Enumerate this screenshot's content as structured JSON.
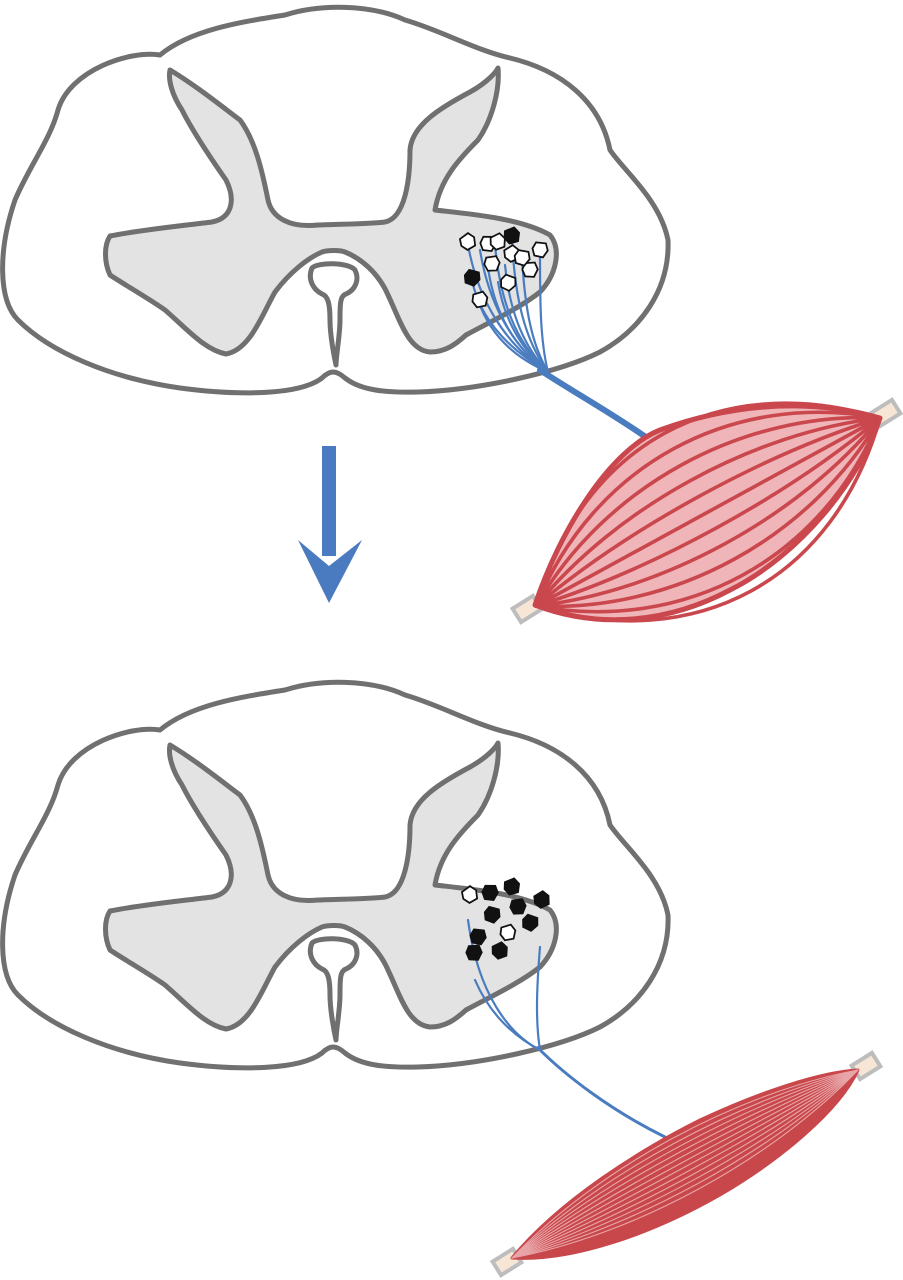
{
  "colors": {
    "background": "#ffffff",
    "outline": "#707070",
    "gray_matter": "#e3e3e3",
    "nerve": "#4a7cc0",
    "arrow": "#4a7bc1",
    "muscle_healthy_fill": "#efb5b8",
    "muscle_healthy_line": "#c9474d",
    "muscle_atrophied_fill": "#c8474b",
    "muscle_atrophied_line": "#e8a5a8",
    "tendon_fill": "#f7e6d6",
    "tendon_stroke": "#bdbdbd",
    "neuron_alive": "#ffffff",
    "neuron_dead": "#111111"
  },
  "panels": [
    {
      "state": "before",
      "motor_neurons": [
        "alive",
        "alive",
        "dead",
        "dead",
        "alive",
        "alive",
        "alive",
        "alive",
        "alive",
        "alive",
        "alive",
        "alive"
      ],
      "axon_count": 11
    },
    {
      "state": "after",
      "motor_neurons": [
        "alive",
        "dead",
        "dead",
        "dead",
        "dead",
        "dead",
        "dead",
        "alive",
        "dead",
        "dead",
        "dead"
      ],
      "axon_count": 3
    }
  ],
  "arrow": {
    "direction": "down"
  }
}
